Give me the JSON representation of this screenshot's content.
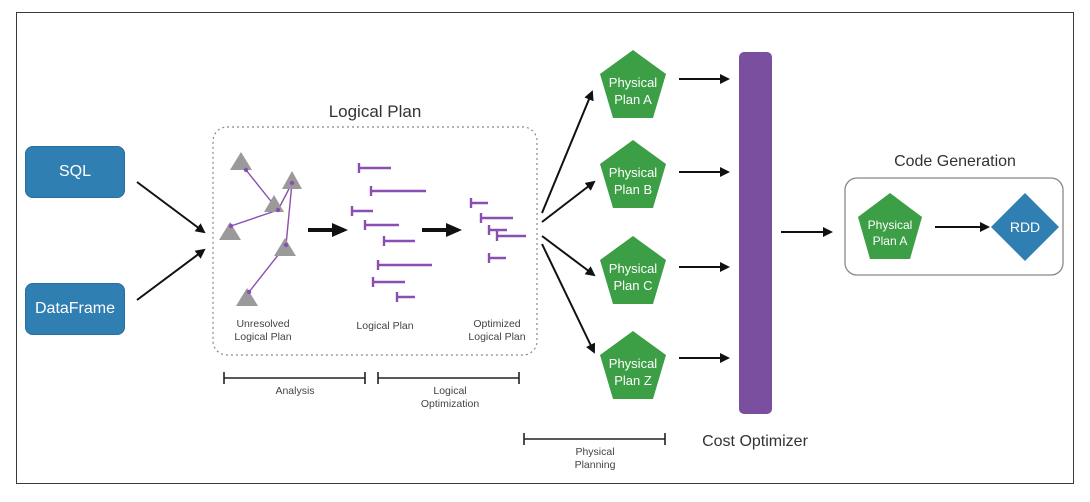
{
  "inputs": {
    "sql": "SQL",
    "dataframe": "DataFrame"
  },
  "logical_plan": {
    "title": "Logical Plan",
    "unresolved": [
      "Unresolved",
      "Logical Plan"
    ],
    "logical": "Logical Plan",
    "optimized": [
      "Optimized",
      "Logical Plan"
    ]
  },
  "phases": {
    "analysis": "Analysis",
    "logical_optimization": [
      "Logical",
      "Optimization"
    ],
    "physical_planning": [
      "Physical",
      "Planning"
    ]
  },
  "physical_plans": [
    [
      "Physical",
      "Plan A"
    ],
    [
      "Physical",
      "Plan B"
    ],
    [
      "Physical",
      "Plan C"
    ],
    [
      "Physical",
      "Plan Z"
    ]
  ],
  "cost_optimizer": "Cost Optimizer",
  "code_generation": {
    "title": "Code Generation",
    "plan": [
      "Physical",
      "Plan A"
    ],
    "rdd": "RDD"
  },
  "colors": {
    "input_blue": "#2f7fb3",
    "pentagon_green": "#3c9e45",
    "optimizer_purple": "#7b4fa0",
    "tree_purple": "#8a4fb0",
    "triangle_gray": "#9a9a9a",
    "rdd_blue": "#2f7fb3"
  }
}
